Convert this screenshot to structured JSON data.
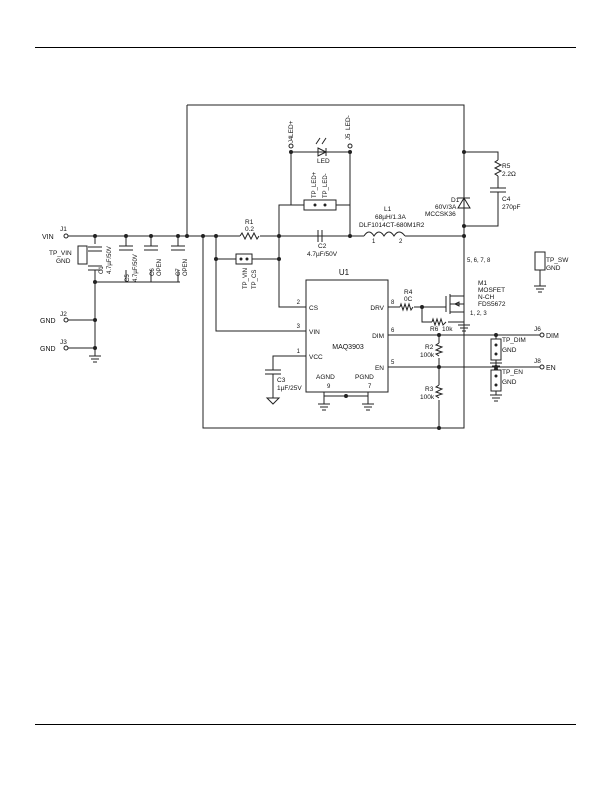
{
  "chip": {
    "ref": "U1",
    "part": "MAQ3903",
    "pins": {
      "cs": {
        "num": "2",
        "name": "CS"
      },
      "vin": {
        "num": "3",
        "name": "VIN"
      },
      "vcc": {
        "num": "1",
        "name": "VCC"
      },
      "agnd": {
        "num": "9",
        "name": "AGND"
      },
      "pgnd": {
        "num": "7",
        "name": "PGND"
      },
      "drv": {
        "num": "8",
        "name": "DRV"
      },
      "dim": {
        "num": "6",
        "name": "DIM"
      },
      "en": {
        "num": "5",
        "name": "EN"
      }
    }
  },
  "inputs": {
    "vin": "VIN",
    "j1": "J1",
    "tp_vin_a": "TP_VIN",
    "tp_vin_b": "GND",
    "gnd_a": "GND",
    "j2": "J2",
    "gnd_b": "GND",
    "j3": "J3"
  },
  "caps": {
    "c1": {
      "ref": "C1",
      "val": "4.7µF/50V"
    },
    "c5": {
      "ref": "C5",
      "val": "4.7µF/50V"
    },
    "c6": {
      "ref": "C6",
      "val": "OPEN"
    },
    "c7": {
      "ref": "C7",
      "val": "OPEN"
    },
    "c2": {
      "ref": "C2",
      "val": "4.7µF/50V"
    },
    "c3": {
      "ref": "C3",
      "val": "1µF/25V"
    },
    "c4": {
      "ref": "C4",
      "val": "270pF"
    }
  },
  "res": {
    "r1": {
      "ref": "R1",
      "val": "0.2"
    },
    "r4": {
      "ref": "R4",
      "val": "0C"
    },
    "r6": {
      "ref": "R6",
      "val": "10k"
    },
    "r2": {
      "ref": "R2",
      "val": "100k"
    },
    "r3": {
      "ref": "R3",
      "val": "100k"
    },
    "r5": {
      "ref": "R5",
      "val": "2.2Ω"
    }
  },
  "led": {
    "plus": "LED+",
    "j4": "J4",
    "minus": "LED-",
    "j5": "J5",
    "label": "LED",
    "tp_a": "TP_LED+",
    "tp_b": "TP_LED-"
  },
  "inductor": {
    "ref": "L1",
    "val": "68µH/1.3A",
    "part": "DLF1014CT-680M1R2",
    "p1": "1",
    "p2": "2"
  },
  "diode": {
    "ref": "D1",
    "val": "60V/3A",
    "part": "MCCSK36"
  },
  "mosfet": {
    "ref": "M1",
    "type": "MOSFET",
    "ch": "N-CH",
    "part": "FDS5672",
    "pins_d": "5, 6, 7, 8",
    "pins_s": "1, 2, 3"
  },
  "tp_vin2": {
    "a": "TP_VIN",
    "b": "TP_CS"
  },
  "tp_sw": {
    "a": "TP_SW",
    "b": "GND"
  },
  "dim": {
    "tp": "TP_DIM",
    "gnd": "GND",
    "label": "DIM",
    "j": "J6"
  },
  "en": {
    "tp": "TP_EN",
    "gnd": "GND",
    "label": "EN",
    "j": "J8"
  }
}
